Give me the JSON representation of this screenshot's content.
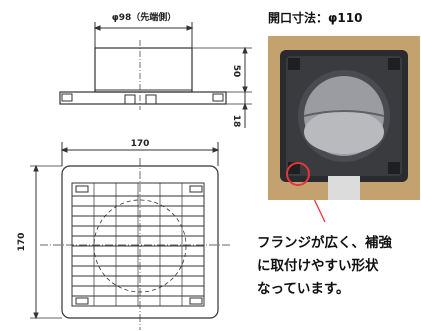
{
  "drawing": {
    "top_dimension": "φ98（先端側）",
    "height_dimension_1": "50",
    "height_dimension_2": "18",
    "width_dimension": "170",
    "side_dimension": "170"
  },
  "photo": {
    "title": "開口寸法：φ110"
  },
  "callout": {
    "lines": [
      "フランジが広く、補強",
      "に取付けやすい形状",
      "なっています。"
    ],
    "accent_color": "#e8343a"
  }
}
